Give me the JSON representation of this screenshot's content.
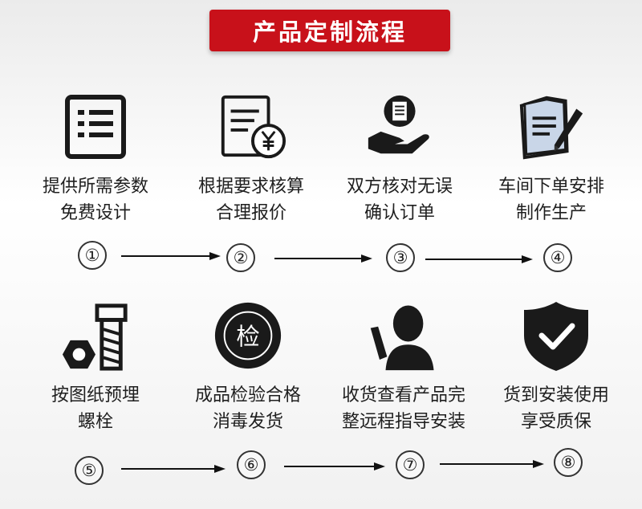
{
  "title": "产品定制流程",
  "steps": [
    {
      "number": "1",
      "label": "提供所需参数\n免费设计",
      "icon": "list-document-icon"
    },
    {
      "number": "2",
      "label": "根据要求核算\n合理报价",
      "icon": "invoice-yuan-icon"
    },
    {
      "number": "3",
      "label": "双方核对无误\n确认订单",
      "icon": "hand-document-icon"
    },
    {
      "number": "4",
      "label": "车间下单安排\n制作生产",
      "icon": "document-pen-icon"
    },
    {
      "number": "5",
      "label": "按图纸预埋\n螺栓",
      "icon": "bolt-nut-icon"
    },
    {
      "number": "6",
      "label": "成品检验合格\n消毒发货",
      "icon": "inspection-badge-icon",
      "icon_text": "检"
    },
    {
      "number": "7",
      "label": "收货查看产品完\n整远程指导安装",
      "icon": "user-remote-icon"
    },
    {
      "number": "8",
      "label": "货到安装使用\n享受质保",
      "icon": "shield-check-icon"
    }
  ],
  "colors": {
    "accent": "#c8111a",
    "icon": "#1a1a1a"
  }
}
